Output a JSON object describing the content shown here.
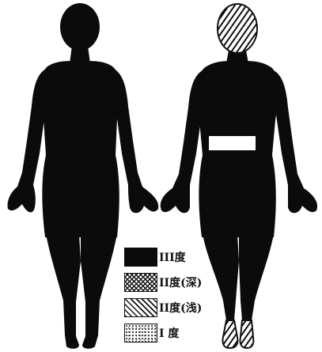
{
  "colors": {
    "body_fill": "#0b0b0b",
    "background": "#ffffff",
    "pattern_ink": "#111111"
  },
  "legend": {
    "items": [
      {
        "pattern": "solid",
        "label": "III度"
      },
      {
        "pattern": "crosshatch",
        "label": "II度(深)"
      },
      {
        "pattern": "diagonal-hatch",
        "label": "II度(浅)"
      },
      {
        "pattern": "dots",
        "label": "I 度"
      }
    ]
  },
  "figures": [
    {
      "view": "front",
      "burn_degree": "III度"
    },
    {
      "view": "back",
      "burn_degree": "III度",
      "head_burn": "II度(浅)",
      "feet_burn": "II度(浅)",
      "unburned_band": "waist"
    }
  ]
}
